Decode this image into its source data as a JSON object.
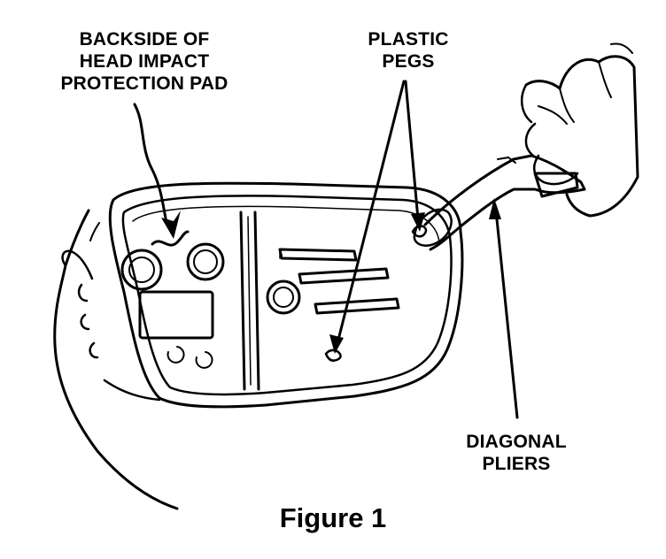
{
  "labels": {
    "backside": [
      "BACKSIDE OF",
      "HEAD IMPACT",
      "PROTECTION PAD"
    ],
    "pegs": [
      "PLASTIC",
      "PEGS"
    ],
    "pliers": [
      "DIAGONAL",
      "PLIERS"
    ]
  },
  "caption": "Figure 1"
}
